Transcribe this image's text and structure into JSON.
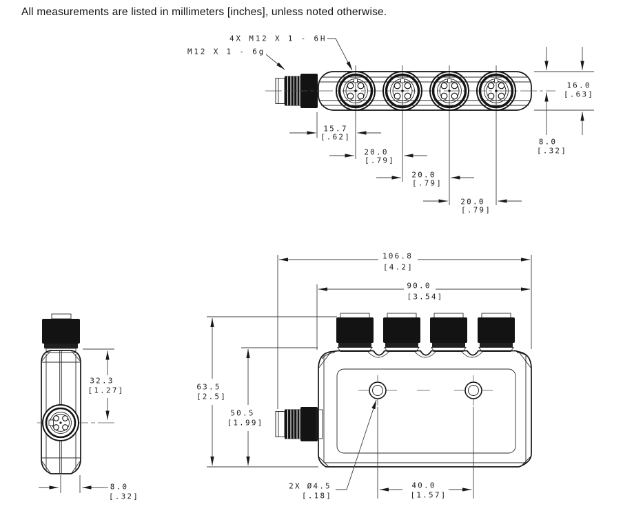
{
  "note": "All measurements are listed in millimeters [inches], unless noted otherwise.",
  "callouts": {
    "female_ports": "4X M12 X 1 - 6H",
    "male_connector": "M12 X 1 - 6g"
  },
  "top_view": {
    "height": {
      "mm": "16.0",
      "in": "[.63]"
    },
    "center_offset": {
      "mm": "8.0",
      "in": "[.32]"
    },
    "first_port": {
      "mm": "15.7",
      "in": "[.62]"
    },
    "pitches": [
      {
        "mm": "20.0",
        "in": "[.79]"
      },
      {
        "mm": "20.0",
        "in": "[.79]"
      },
      {
        "mm": "20.0",
        "in": "[.79]"
      }
    ]
  },
  "front_view": {
    "overall_length": {
      "mm": "106.8",
      "in": "[4.2]"
    },
    "body_length": {
      "mm": "90.0",
      "in": "[3.54]"
    },
    "overall_height": {
      "mm": "63.5",
      "in": "[2.5]"
    },
    "body_height": {
      "mm": "50.5",
      "in": "[1.99]"
    },
    "mounting_holes": {
      "label": "2X Ø4.5",
      "in": "[.18]"
    },
    "hole_spacing": {
      "mm": "40.0",
      "in": "[1.57]"
    }
  },
  "side_view": {
    "port_center_from_top": {
      "mm": "32.3",
      "in": "[1.27]"
    },
    "width": {
      "mm": "8.0",
      "in": "[.32]"
    }
  }
}
